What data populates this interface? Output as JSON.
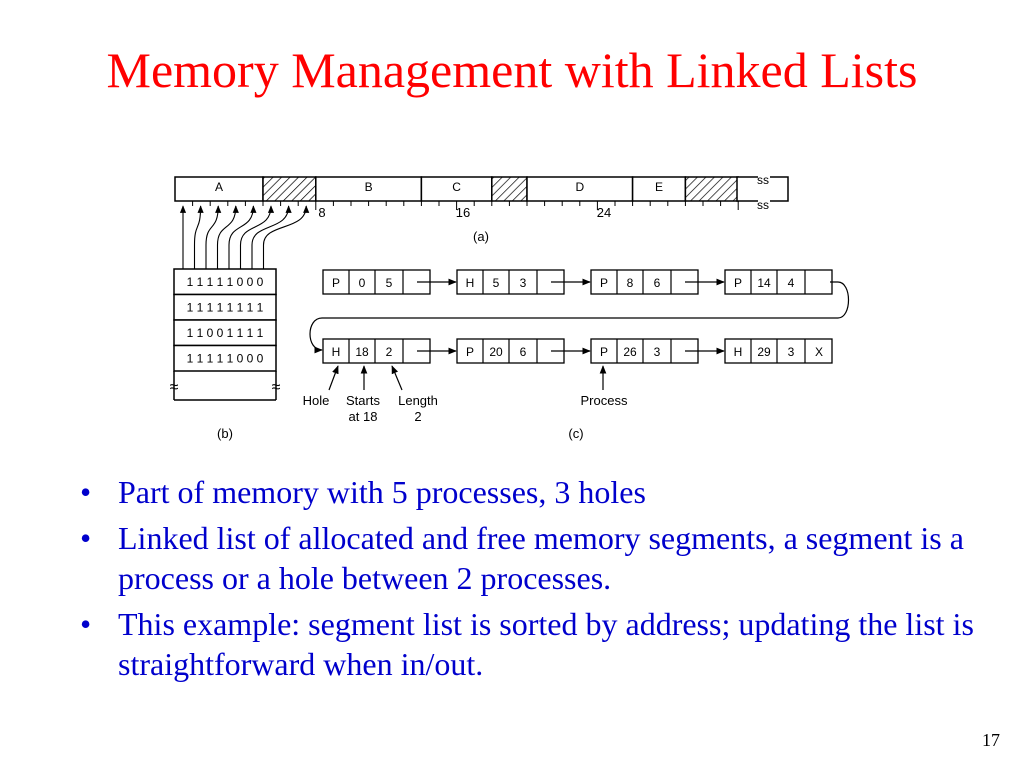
{
  "title": "Memory Management with Linked Lists",
  "figure": {
    "bar_a": {
      "segments": [
        {
          "label": "A",
          "hole": false
        },
        {
          "label": "",
          "hole": true
        },
        {
          "label": "B",
          "hole": false
        },
        {
          "label": "C",
          "hole": false
        },
        {
          "label": "",
          "hole": true
        },
        {
          "label": "D",
          "hole": false
        },
        {
          "label": "E",
          "hole": false
        },
        {
          "label": "",
          "hole": true
        }
      ],
      "scale_labels": [
        "8",
        "16",
        "24"
      ],
      "caption": "(a)",
      "break_mark": "ss"
    },
    "bitmap": {
      "rows": [
        "1 1 1 1 1 0 0 0",
        "1 1 1 1 1 1 1 1",
        "1 1 0 0 1 1 1 1",
        "1 1 1 1 1 0 0 0"
      ],
      "break_mark": "≈",
      "caption": "(b)"
    },
    "linked_list": {
      "row1": [
        {
          "type": "P",
          "start": "0",
          "length": "5"
        },
        {
          "type": "H",
          "start": "5",
          "length": "3"
        },
        {
          "type": "P",
          "start": "8",
          "length": "6"
        },
        {
          "type": "P",
          "start": "14",
          "length": "4"
        }
      ],
      "row2": [
        {
          "type": "H",
          "start": "18",
          "length": "2"
        },
        {
          "type": "P",
          "start": "20",
          "length": "6"
        },
        {
          "type": "P",
          "start": "26",
          "length": "3"
        },
        {
          "type": "H",
          "start": "29",
          "length": "3",
          "next": "X"
        }
      ],
      "annotations": {
        "hole": "Hole",
        "starts_line1": "Starts",
        "starts_line2": "at 18",
        "length_line1": "Length",
        "length_line2": "2",
        "process": "Process"
      },
      "caption": "(c)"
    }
  },
  "bullets": [
    "Part of memory with 5 processes, 3 holes",
    "Linked list of allocated and free memory segments, a segment is a process or a hole between 2 processes.",
    "This example: segment list is sorted by address; updating the list is straightforward when in/out."
  ],
  "page_number": "17",
  "colors": {
    "title": "#ff0000",
    "bullets": "#0000cc"
  }
}
